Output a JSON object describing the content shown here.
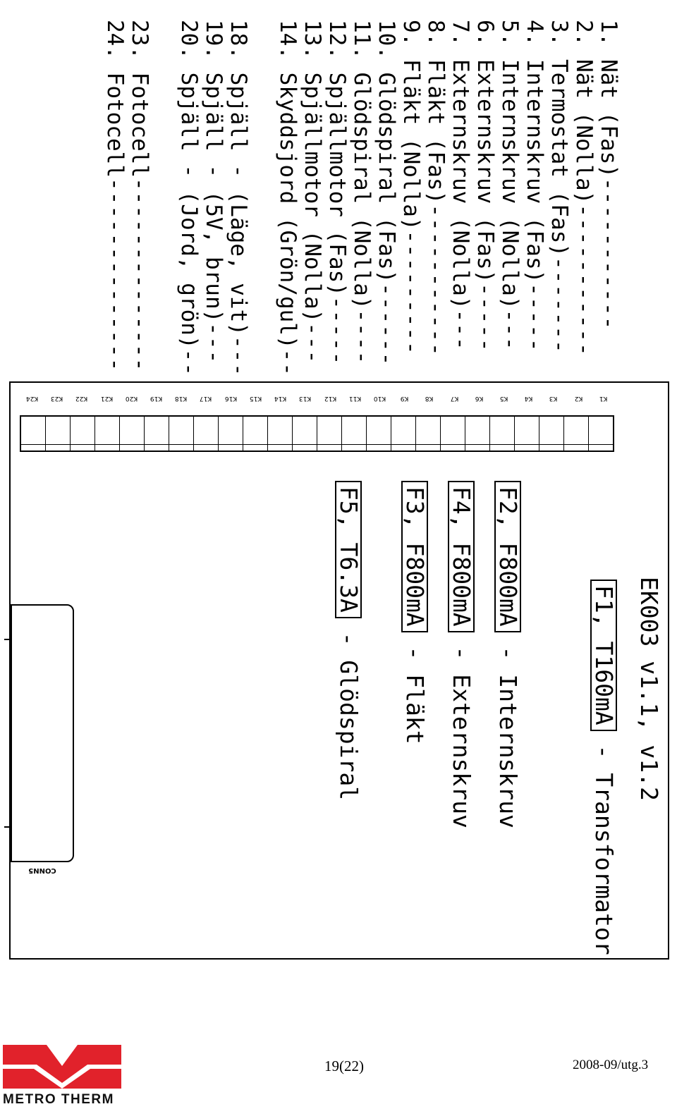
{
  "terminals": [
    {
      "n": "1.",
      "label": "Nät (Fas)",
      "dash": "-----------"
    },
    {
      "n": "2.",
      "label": "Nät (Nolla)",
      "dash": "-----------"
    },
    {
      "n": "3.",
      "label": "Termostat (Fas)",
      "dash": "-------"
    },
    {
      "n": "4.",
      "label": "Internskruv (Fas)",
      "dash": "-----"
    },
    {
      "n": "5.",
      "label": "Internskruv (Nolla)",
      "dash": "---"
    },
    {
      "n": "6.",
      "label": "Externskruv (Fas)",
      "dash": "-----"
    },
    {
      "n": "7.",
      "label": "Externskruv (Nolla)",
      "dash": "---"
    },
    {
      "n": "8.",
      "label": "Fläkt (Fas)",
      "dash": "-----------"
    },
    {
      "n": "9.",
      "label": "Fläkt (Nolla)",
      "dash": "---------"
    },
    {
      "n": "10.",
      "label": "Glödspiral (Fas)",
      "dash": "------"
    },
    {
      "n": "11.",
      "label": "Glödspiral (Nolla)",
      "dash": "----"
    },
    {
      "n": "12.",
      "label": "Spjällmotor (Fas)",
      "dash": "-----"
    },
    {
      "n": "13.",
      "label": "Spjällmotor (Nolla)",
      "dash": "---"
    },
    {
      "n": "14.",
      "label": "Skyddsjord (Grön/gul)",
      "dash": "--"
    },
    {
      "n": "18.",
      "label": "Spjäll - (Läge, vit)",
      "dash": "---"
    },
    {
      "n": "19.",
      "label": "Spjäll - (5V, brun)",
      "dash": "---"
    },
    {
      "n": "20.",
      "label": "Spjäll - (Jord, grön)",
      "dash": "--"
    },
    {
      "n": "23.",
      "label": "Fotocell",
      "dash": "--------------"
    },
    {
      "n": "24.",
      "label": "Fotocell",
      "dash": "--------------"
    }
  ],
  "board": {
    "model": "EK003 v1.1, v1.2",
    "terminal_labels": [
      "K1",
      "K2",
      "K3",
      "K4",
      "K5",
      "K6",
      "K7",
      "K8",
      "K9",
      "K10",
      "K11",
      "K12",
      "K13",
      "K14",
      "K15",
      "K16",
      "K17",
      "K18",
      "K19",
      "K20",
      "K21",
      "K22",
      "K23",
      "K24"
    ],
    "fuses": [
      {
        "id": "F1, T160mA",
        "desc": " - Transformator"
      },
      {
        "id": "F2, F800mA",
        "desc": " - Internskruv"
      },
      {
        "id": "F4, F800mA",
        "desc": " - Externskruv"
      },
      {
        "id": "F3, F800mA",
        "desc": " - Fläkt"
      },
      {
        "id": "F5, T6.3A",
        "desc": " - Glödspiral"
      }
    ],
    "connector_label": "CONN5"
  },
  "footer": {
    "logo_text": "METRO THERM",
    "page": "19(22)",
    "edition": "2008-09/utg.3"
  },
  "colors": {
    "logo_red": "#e1222b",
    "line": "#000000"
  }
}
